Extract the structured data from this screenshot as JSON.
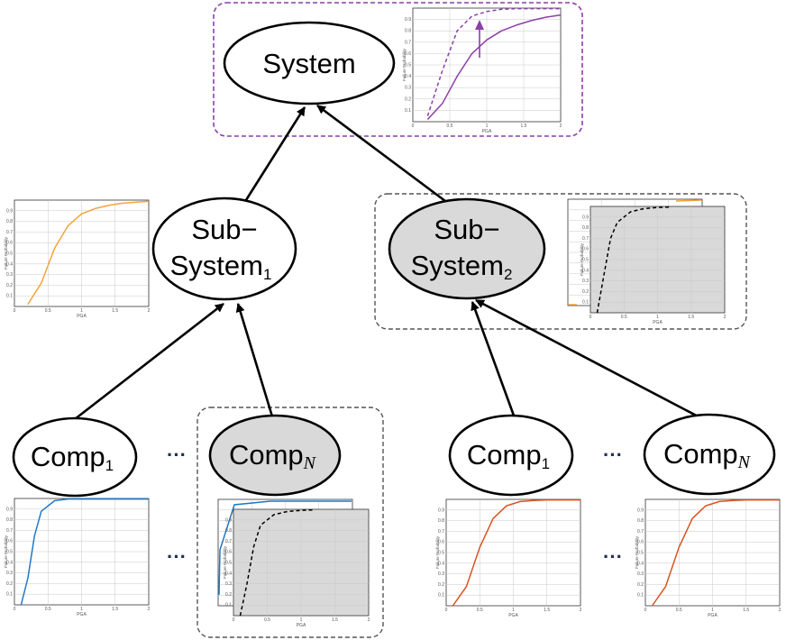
{
  "nodes": {
    "system": {
      "label": "System"
    },
    "subsystem1": {
      "line1": "Sub−",
      "line2": "System",
      "sub": "1"
    },
    "subsystem2": {
      "line1": "Sub−",
      "line2": "System",
      "sub": "2"
    },
    "left_comp1": {
      "label": "Comp",
      "sub": "1"
    },
    "left_compN": {
      "label": "Comp",
      "sub": "N"
    },
    "right_comp1": {
      "label": "Comp",
      "sub": "1"
    },
    "right_compN": {
      "label": "Comp",
      "sub": "N"
    }
  },
  "ellipsis": "···",
  "plot_axes": {
    "xlabel": "PGA",
    "ylabel": "Failure Probability",
    "xticks": [
      "0",
      "0.5",
      "1",
      "1.5",
      "2"
    ],
    "yticks": [
      "0",
      "0.1",
      "0.2",
      "0.3",
      "0.4",
      "0.5",
      "0.6",
      "0.7",
      "0.8",
      "0.9"
    ]
  },
  "colors": {
    "system_curve": "#8b3fa8",
    "subsystem_curve": "#f2a43a",
    "left_comp_curve": "#1f78c8",
    "right_comp_curve": "#d9541e",
    "highlight_fill": "#d9d9d9",
    "system_box": "#8b3fa8",
    "group_box": "#555555"
  },
  "chart_data": [
    {
      "type": "line",
      "id": "system-plot",
      "series": [
        {
          "style": "solid",
          "color": "purple",
          "x": [
            0.2,
            0.4,
            0.6,
            0.8,
            1.0,
            1.2,
            1.4,
            1.6,
            1.8,
            2.0
          ],
          "y": [
            0.02,
            0.16,
            0.4,
            0.6,
            0.72,
            0.8,
            0.85,
            0.89,
            0.92,
            0.94
          ]
        },
        {
          "style": "dashed",
          "color": "purple",
          "x": [
            0.2,
            0.4,
            0.6,
            0.8,
            1.0,
            1.2,
            1.4,
            1.6,
            1.8,
            2.0
          ],
          "y": [
            0.05,
            0.45,
            0.8,
            0.93,
            0.97,
            0.99,
            1.0,
            1.0,
            1.0,
            1.0
          ]
        }
      ]
    },
    {
      "type": "line",
      "id": "subsystem1-plot",
      "series": [
        {
          "style": "solid",
          "color": "orange",
          "x": [
            0.2,
            0.4,
            0.6,
            0.8,
            1.0,
            1.2,
            1.4,
            1.6,
            1.8,
            2.0
          ],
          "y": [
            0.02,
            0.22,
            0.55,
            0.76,
            0.87,
            0.92,
            0.95,
            0.97,
            0.98,
            0.99
          ]
        }
      ]
    },
    {
      "type": "line",
      "id": "subsystem2-plot",
      "series": [
        {
          "style": "dashed",
          "color": "black",
          "x": [
            0.1,
            0.2,
            0.3,
            0.4,
            0.6,
            0.8,
            1.0,
            1.2
          ],
          "y": [
            0.0,
            0.35,
            0.7,
            0.85,
            0.95,
            0.98,
            0.99,
            1.0
          ]
        }
      ]
    },
    {
      "type": "line",
      "id": "left-comp1-plot",
      "series": [
        {
          "style": "solid",
          "color": "blue",
          "x": [
            0.1,
            0.2,
            0.3,
            0.4,
            0.6,
            0.8,
            1.0,
            1.5,
            2.0
          ],
          "y": [
            0.0,
            0.25,
            0.65,
            0.88,
            0.98,
            1.0,
            1.0,
            1.0,
            1.0
          ]
        }
      ]
    },
    {
      "type": "line",
      "id": "left-compN-plot",
      "series": [
        {
          "style": "dashed",
          "color": "black",
          "x": [
            0.1,
            0.2,
            0.3,
            0.4,
            0.6,
            0.8,
            1.0,
            1.2
          ],
          "y": [
            0.0,
            0.3,
            0.65,
            0.85,
            0.95,
            0.98,
            0.99,
            1.0
          ]
        }
      ]
    },
    {
      "type": "line",
      "id": "right-comp1-plot",
      "series": [
        {
          "style": "solid",
          "color": "orange-red",
          "x": [
            0.1,
            0.3,
            0.5,
            0.7,
            0.9,
            1.1,
            1.3,
            1.5,
            2.0
          ],
          "y": [
            0.0,
            0.18,
            0.55,
            0.82,
            0.94,
            0.98,
            0.99,
            1.0,
            1.0
          ]
        }
      ]
    },
    {
      "type": "line",
      "id": "right-compN-plot",
      "series": [
        {
          "style": "solid",
          "color": "orange-red",
          "x": [
            0.1,
            0.3,
            0.5,
            0.7,
            0.9,
            1.1,
            1.3,
            1.5,
            2.0
          ],
          "y": [
            0.0,
            0.18,
            0.55,
            0.82,
            0.94,
            0.98,
            0.99,
            1.0,
            1.0
          ]
        }
      ]
    }
  ]
}
